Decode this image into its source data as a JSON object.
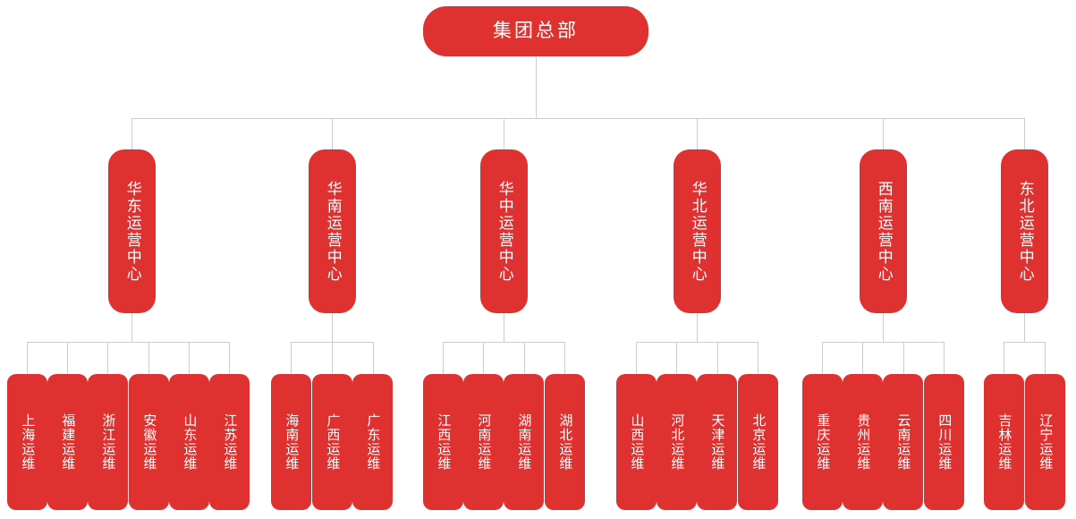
{
  "diagram": {
    "type": "org-chart",
    "accent_color": "#e03131",
    "connector_color": "#c9ccd1",
    "background": "#ffffff",
    "root": {
      "label": "集团总部"
    },
    "regions": [
      {
        "label": "华东运营中心",
        "children": [
          {
            "label": "上海运维"
          },
          {
            "label": "福建运维"
          },
          {
            "label": "浙江运维"
          },
          {
            "label": "安徽运维"
          },
          {
            "label": "山东运维"
          },
          {
            "label": "江苏运维"
          }
        ]
      },
      {
        "label": "华南运营中心",
        "children": [
          {
            "label": "海南运维"
          },
          {
            "label": "广西运维"
          },
          {
            "label": "广东运维"
          }
        ]
      },
      {
        "label": "华中运营中心",
        "children": [
          {
            "label": "江西运维"
          },
          {
            "label": "河南运维"
          },
          {
            "label": "湖南运维"
          },
          {
            "label": "湖北运维"
          }
        ]
      },
      {
        "label": "华北运营中心",
        "children": [
          {
            "label": "山西运维"
          },
          {
            "label": "河北运维"
          },
          {
            "label": "天津运维"
          },
          {
            "label": "北京运维"
          }
        ]
      },
      {
        "label": "西南运营中心",
        "children": [
          {
            "label": "重庆运维"
          },
          {
            "label": "贵州运维"
          },
          {
            "label": "云南运维"
          },
          {
            "label": "四川运维"
          }
        ]
      },
      {
        "label": "东北运营中心",
        "children": [
          {
            "label": "吉林运维"
          },
          {
            "label": "辽宁运维"
          }
        ]
      }
    ]
  }
}
